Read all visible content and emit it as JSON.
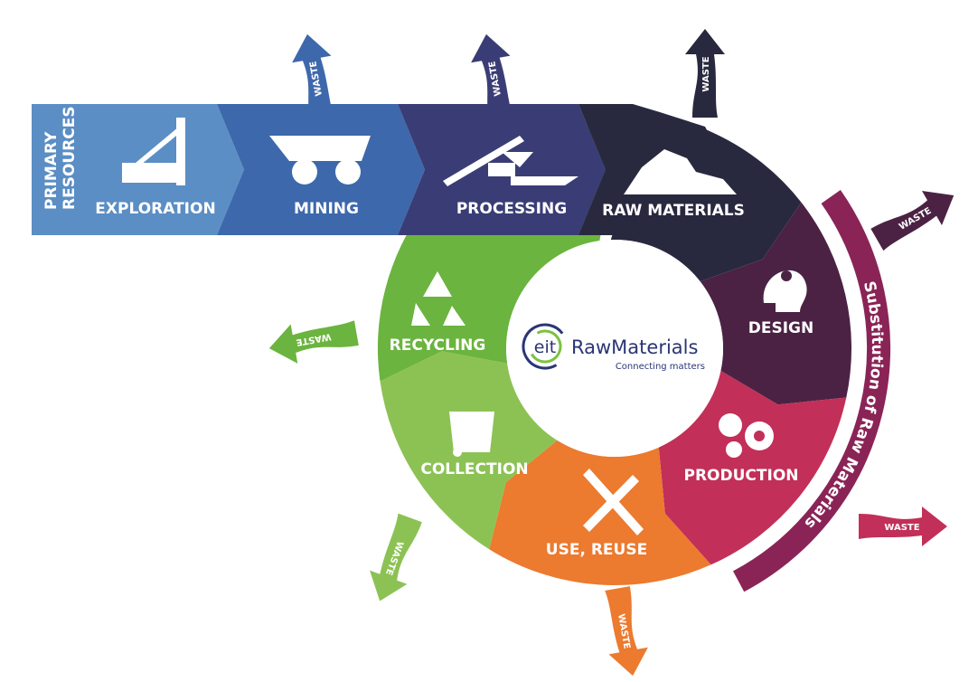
{
  "banner": {
    "primary_line1": "PRIMARY",
    "primary_line2": "RESOURCES",
    "stages": [
      {
        "label": "EXPLORATION",
        "color": "#5b8ec4",
        "icon": "drill-rig-icon"
      },
      {
        "label": "MINING",
        "color": "#3d68ac",
        "icon": "mining-truck-icon"
      },
      {
        "label": "PROCESSING",
        "color": "#3a3d75",
        "icon": "conveyor-crusher-icon"
      },
      {
        "label": "RAW MATERIALS",
        "color": "#28293f",
        "icon": "rocks-icon"
      }
    ]
  },
  "cycle": [
    {
      "label": "DESIGN",
      "color": "#4b2244",
      "icon": "head-gears-icon"
    },
    {
      "label": "PRODUCTION",
      "color": "#c22f58",
      "icon": "gears-icon"
    },
    {
      "label": "USE, REUSE",
      "color": "#ec7a2f",
      "icon": "tools-icon"
    },
    {
      "label": "COLLECTION",
      "color": "#8cc254",
      "icon": "recycling-bin-icon"
    },
    {
      "label": "RECYCLING",
      "color": "#6bb43f",
      "icon": "recycle-icon"
    }
  ],
  "substitution": {
    "label": "Substitution of Raw Materials",
    "color": "#8a2456"
  },
  "waste_label": "WASTE",
  "logo": {
    "mark": "eit",
    "name": "RawMaterials",
    "tagline": "Connecting matters",
    "navy": "#2b3576",
    "green": "#7cc142"
  }
}
